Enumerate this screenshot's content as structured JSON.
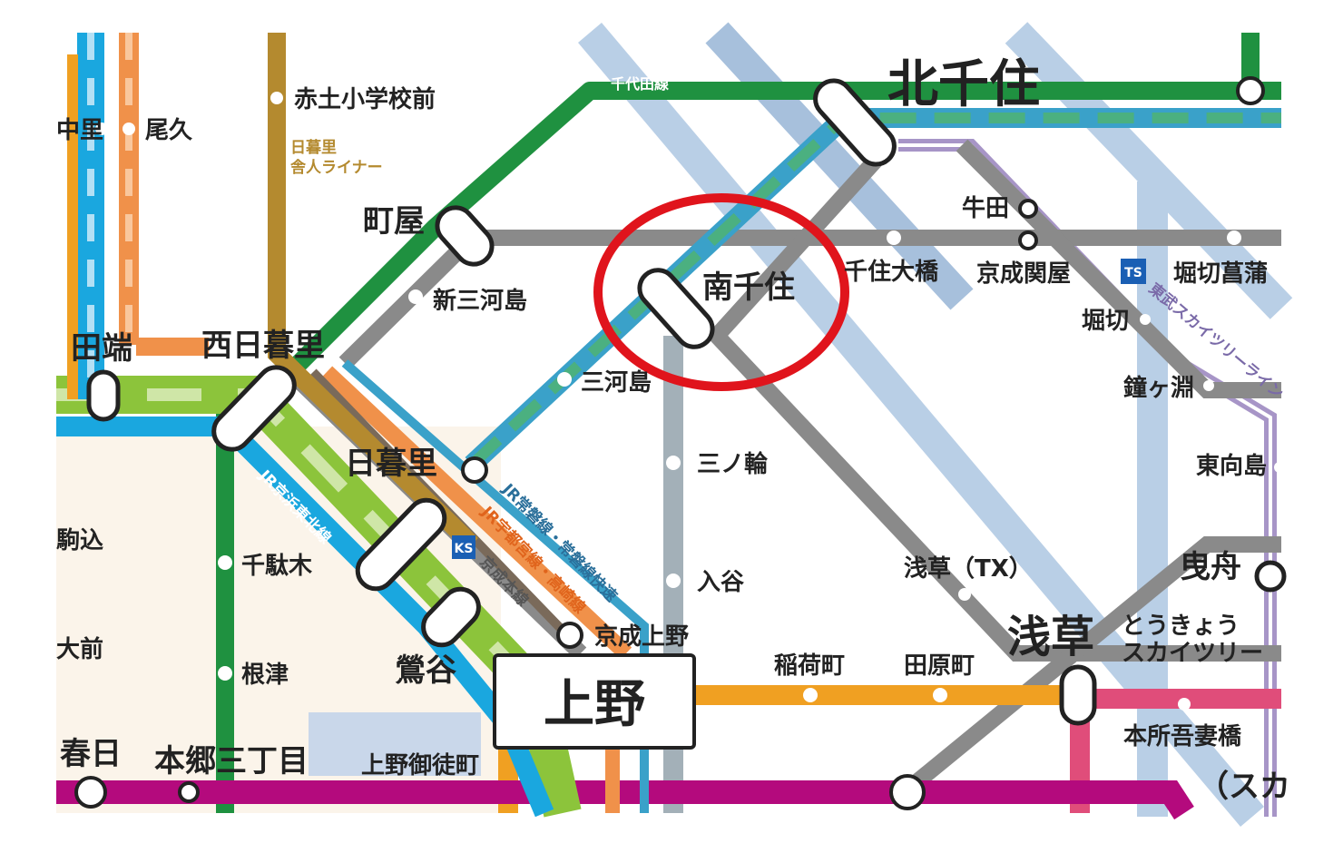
{
  "colors": {
    "chiyoda": "#1f9140",
    "hibiya": "#8a8a8a",
    "keihin_tohoku": "#1aa7df",
    "yamanote": "#8cc43b",
    "ginza": "#f0a022",
    "joban": "#2a8f86",
    "toei_asakusa": "#e04d7a",
    "oedo": "#b40a7d",
    "tx": "#a6bed8",
    "tobu": "#a795c7",
    "nippori_toneri": "#b48a2f",
    "highlight": "#e0141c",
    "tsukuba_express": "#b9cfe6"
  },
  "stations": {
    "kita_senju": "北千住",
    "minami_senju": "南千住",
    "machiya": "町屋",
    "shin_mikawashima": "新三河島",
    "mikawashima": "三河島",
    "nishi_nippori": "西日暮里",
    "nippori": "日暮里",
    "tabata": "田端",
    "minowa": "三ノ輪",
    "iriya": "入谷",
    "ueno": "上野",
    "keisei_ueno": "京成上野",
    "uguisudani": "鶯谷",
    "sendagi": "千駄木",
    "nezu": "根津",
    "hongo": "本郷三丁目",
    "kasuga": "春日",
    "ueno_okachimachi": "上野御徒町",
    "inaricho": "稲荷町",
    "tawaramachi": "田原町",
    "asakusa": "浅草",
    "asakusa_tx": "浅草（TX）",
    "tokyo_skytree": "とうきょう\nスカイツリー",
    "skytree_line1": "とうきょう",
    "skytree_line2": "スカイツリー",
    "honjo": "本所吾妻橋",
    "oshiage": "曳舟",
    "higashi_mukojima": "東向島",
    "kanegafuchi": "鐘ヶ淵",
    "horikiri": "堀切",
    "horikiri_shobuen": "堀切菖蒲",
    "keisei_sekiya": "京成関屋",
    "senju_ohashi": "千住大橋",
    "ushida": "牛田",
    "akado": "赤土小学校前",
    "oku": "尾久",
    "komagome": "駒込",
    "daimae": "大前",
    "nishi_ogu_partial": "中里",
    "sukai_partial": "（スカ"
  },
  "line_labels": {
    "chiyoda": "千代田線",
    "nippori_toneri": "日暮里\n舎人ライナー",
    "nippori_toneri_l1": "日暮里",
    "nippori_toneri_l2": "舎人ライナー",
    "keihin_tohoku": "JR京浜東北線",
    "joban": "JR常磐線・常磐線快速",
    "utsunomiya": "JR宇都宮線・高崎線",
    "keisei": "京成本線",
    "tobu": "東武スカイツリーライン",
    "ks_badge": "KS",
    "ts_badge": "TS"
  }
}
